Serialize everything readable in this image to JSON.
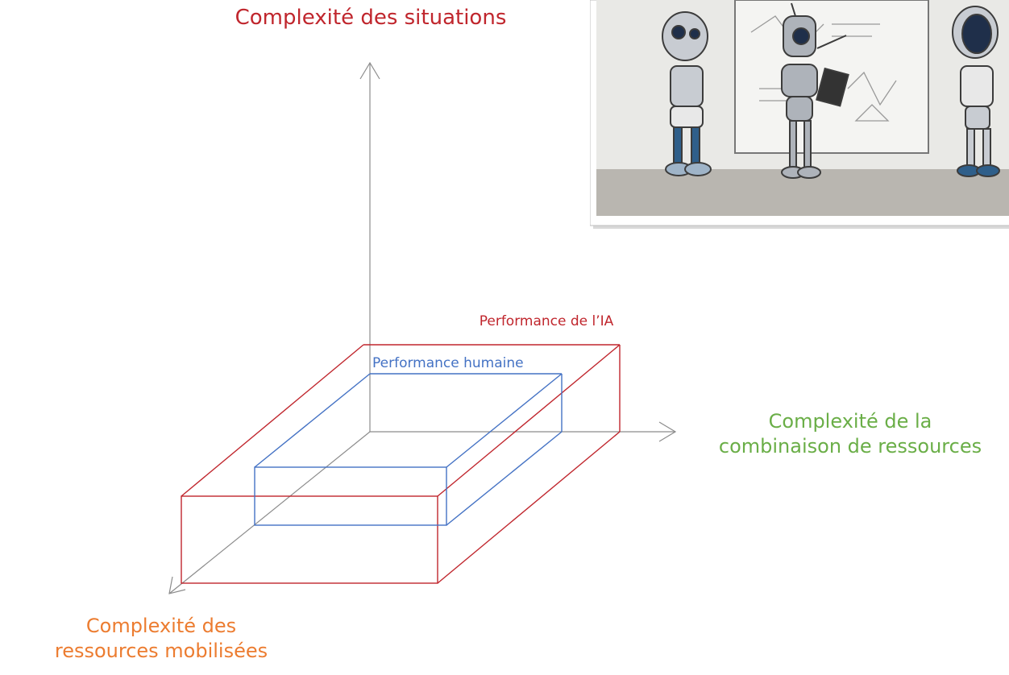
{
  "axes": {
    "vertical": {
      "label": "Complexité des situations"
    },
    "horizontal": {
      "label_line1": "Complexité de la",
      "label_line2": "combinaison de ressources"
    },
    "depth": {
      "label_line1": "Complexité des",
      "label_line2": "ressources mobilisées"
    }
  },
  "boxes": {
    "ia": {
      "label": "Performance de l’IA"
    },
    "human": {
      "label": "Performance humaine"
    }
  },
  "colors": {
    "vertical_axis_label": "#c0262d",
    "horizontal_axis_label": "#6aae47",
    "depth_axis_label": "#ec7c30",
    "ia_box": "#c0262d",
    "human_box": "#4472c4",
    "axis_line": "#8c8c8c"
  },
  "image": {
    "alt": "cartoon-robots-at-whiteboard"
  }
}
